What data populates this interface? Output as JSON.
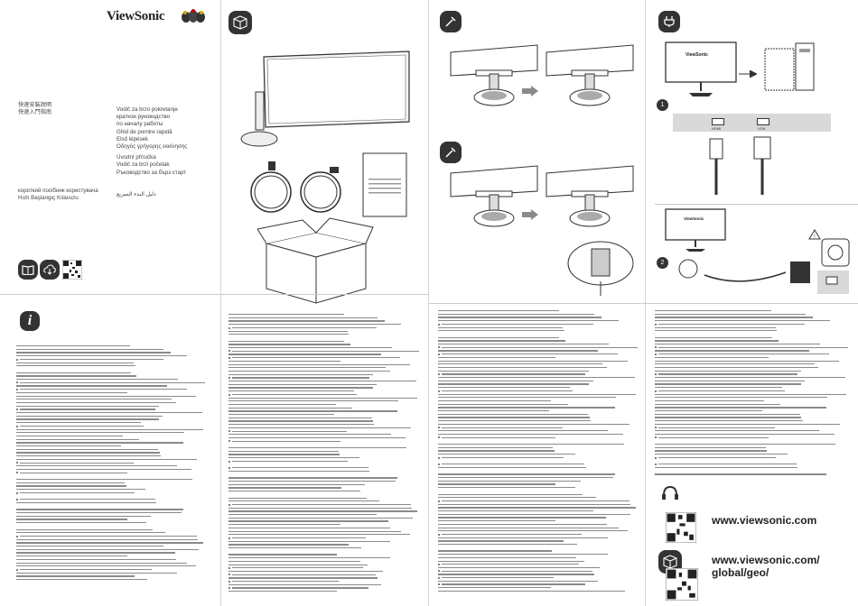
{
  "brand": {
    "name": "ViewSonic"
  },
  "guides": {
    "chinese": [
      "快速安裝說明",
      "快速入門指南"
    ],
    "languages": [
      "Vodič za brzo pokretanje",
      "краткое руководство",
      "по началу работы",
      "Ghid de pornire rapidă",
      "Első lépések",
      "Οδηγός γρήγορης εκκίνησης",
      "Úvodní příručka",
      "Vodič za brzi početak",
      "Ръководство за бърз старт"
    ],
    "left_bottom": [
      "короткий посібник користувача",
      "Hızlı Başlangıç Kılavuzu"
    ],
    "arabic": "دليل البدء السريع"
  },
  "panels": {
    "connector_labels": [
      "HDMI",
      "VGA"
    ],
    "steps": [
      "1",
      "2"
    ]
  },
  "links": {
    "site": "www.viewsonic.com",
    "geo_line1": "www.viewsonic.com/",
    "geo_line2": "global/geo/"
  },
  "colors": {
    "dark": "#333333",
    "panel_fill": "#d9d9d9",
    "arrow": "#8a8a8a"
  },
  "icons": [
    "info-icon",
    "box-icon",
    "wrench-icon",
    "plug-icon",
    "headset-icon",
    "globe-box-icon",
    "book-icon",
    "cloud-download-icon"
  ]
}
